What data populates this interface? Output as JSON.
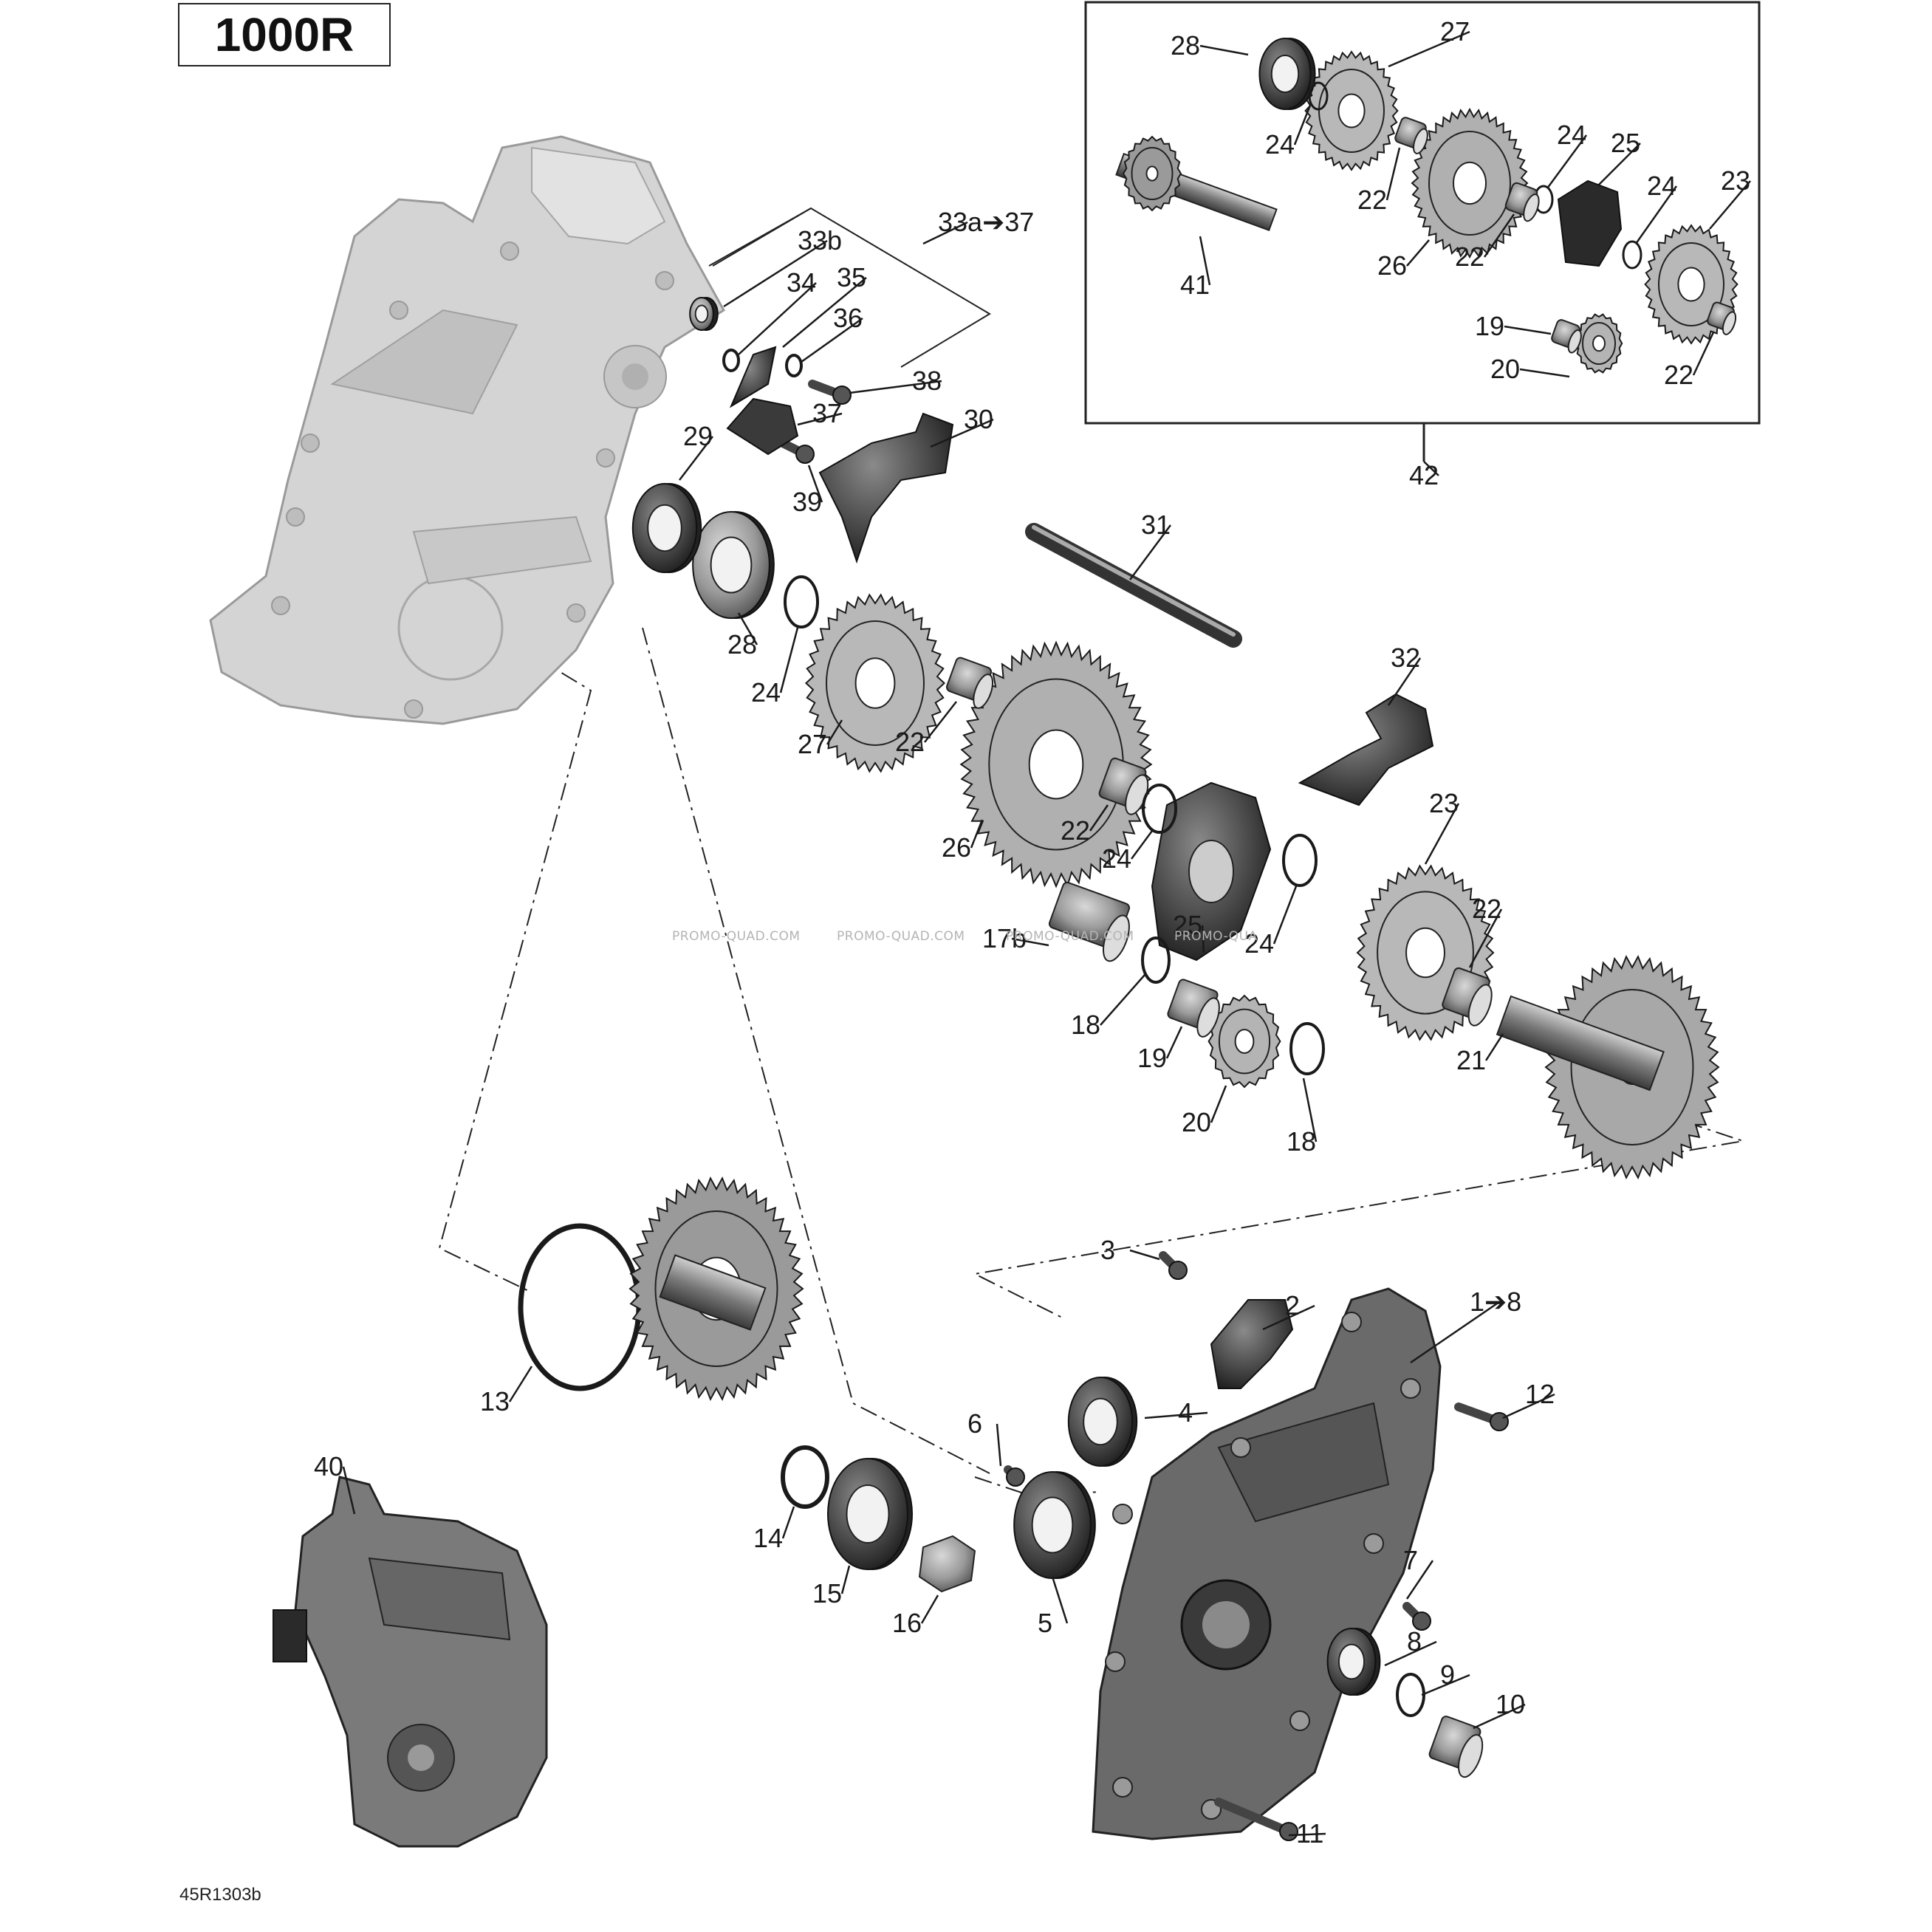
{
  "model": "1000R",
  "drawing_code": "45R1303b",
  "watermark": [
    "PROMO-QUAD.COM",
    "PROMO-QUAD.COM",
    "PROMO-QUAD.COM",
    "PROMO-QUA"
  ],
  "callouts": {
    "c_1to8": "1➔8",
    "c_2": "2",
    "c_3": "3",
    "c_4": "4",
    "c_5": "5",
    "c_6": "6",
    "c_7": "7",
    "c_8": "8",
    "c_9": "9",
    "c_10": "10",
    "c_11": "11",
    "c_12": "12",
    "c_13": "13",
    "c_14": "14",
    "c_15": "15",
    "c_16": "16",
    "c_17b": "17b",
    "c_18a": "18",
    "c_18b": "18",
    "c_19": "19",
    "c_20": "20",
    "c_21": "21",
    "c_22a": "22",
    "c_22b": "22",
    "c_22c": "22",
    "c_23": "23",
    "c_24a": "24",
    "c_24b": "24",
    "c_24c": "24",
    "c_25": "25",
    "c_26": "26",
    "c_27": "27",
    "c_28": "28",
    "c_29": "29",
    "c_30": "30",
    "c_31": "31",
    "c_32": "32",
    "c_33a": "33a➔37",
    "c_33b": "33b",
    "c_34": "34",
    "c_35": "35",
    "c_36": "36",
    "c_37": "37",
    "c_38": "38",
    "c_39": "39",
    "c_40": "40",
    "i_28": "28",
    "i_27": "27",
    "i_24a": "24",
    "i_22a": "22",
    "i_24b": "24",
    "i_25": "25",
    "i_24c": "24",
    "i_23": "23",
    "i_41": "41",
    "i_26": "26",
    "i_22b": "22",
    "i_19": "19",
    "i_20": "20",
    "i_22c": "22",
    "i_42": "42"
  },
  "colors": {
    "ink": "#1a1a1a",
    "part_dark": "#3a3a3a",
    "part_mid": "#7a7a7a",
    "ghost": "#cfcfcf",
    "ghost_edge": "#9a9a9a"
  }
}
